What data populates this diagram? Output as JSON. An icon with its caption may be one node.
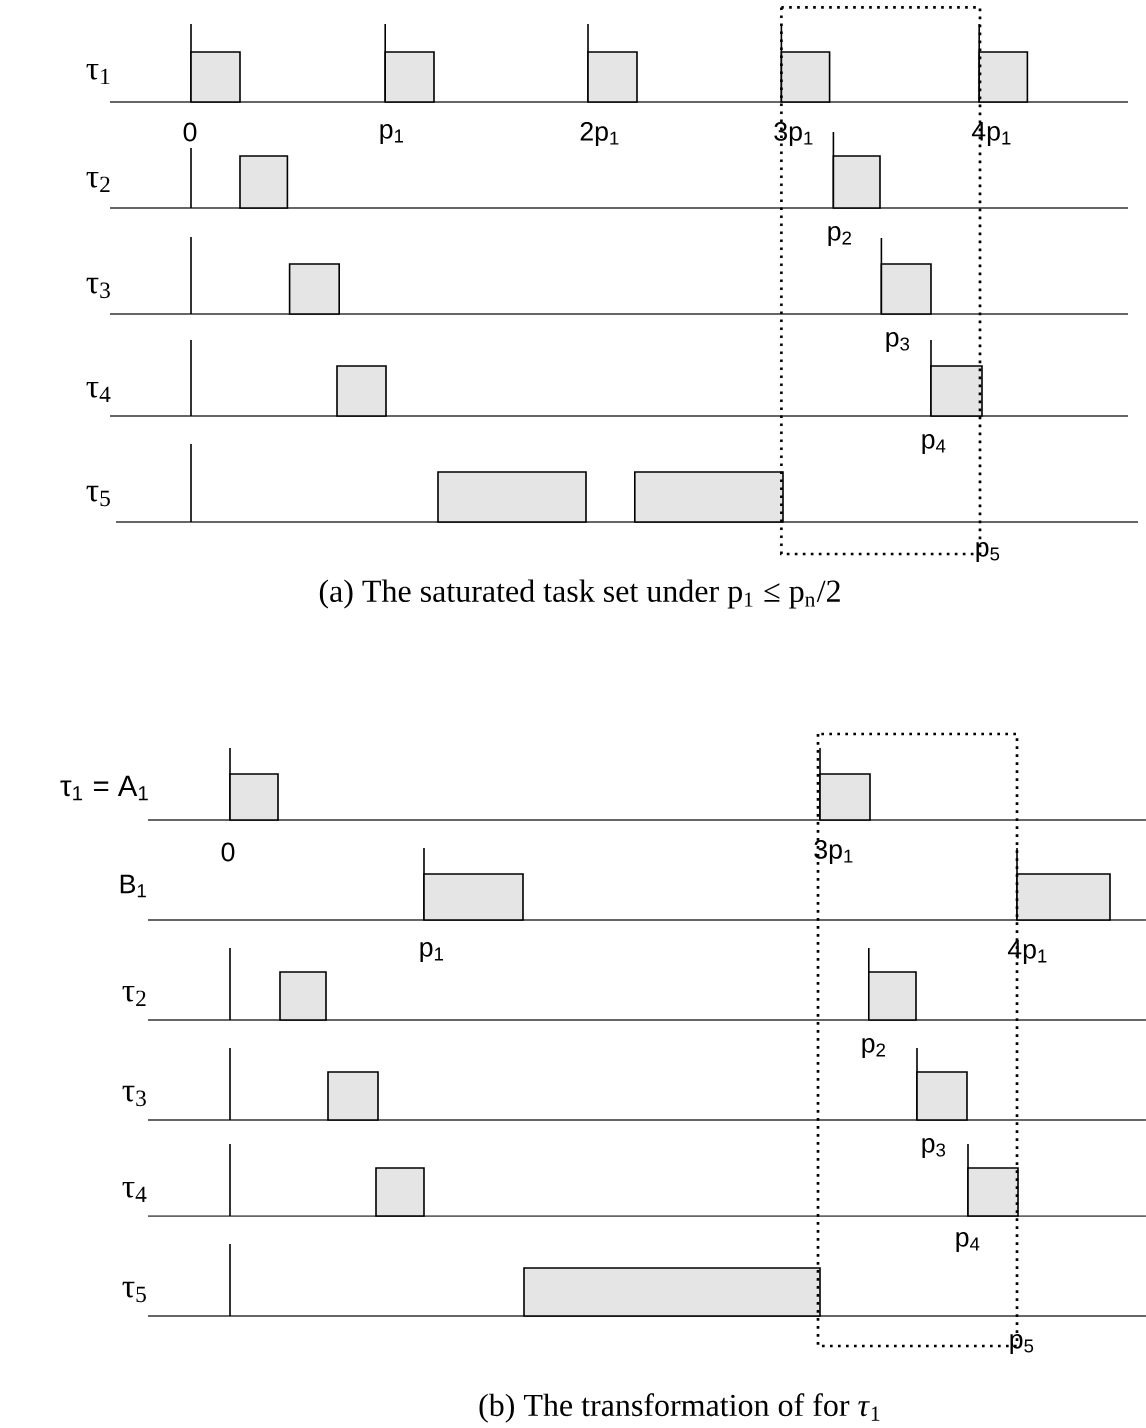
{
  "diagram": {
    "labels": [
      "τ$_{1}$",
      "0",
      "p$_{1}$",
      "2p$_{1}$",
      "3p$_{1}$",
      "4p$_{1}$",
      "τ$_{2}$",
      "p$_{2}$",
      "τ$_{3}$",
      "p$_{3}$",
      "τ$_{4}$",
      "p$_{4}$",
      "τ$_{5}$",
      "p$_{5}$",
      "(a) The saturated task set under p$_{1}$ ≤ p$_{n}$/2",
      "τ$_{1}$ = A$_{1}$",
      "0",
      "3p$_{1}$",
      "B$_{1}$",
      "p$_{1}$",
      "4p$_{1}$",
      "τ$_{2}$",
      "p$_{2}$",
      "τ$_{3}$",
      "p$_{3}$",
      "τ$_{4}$",
      "p$_{4}$",
      "τ$_{5}$",
      "p$_{5}$",
      "(b) The transformation of for *τ*$_{1}$"
    ]
  }
}
